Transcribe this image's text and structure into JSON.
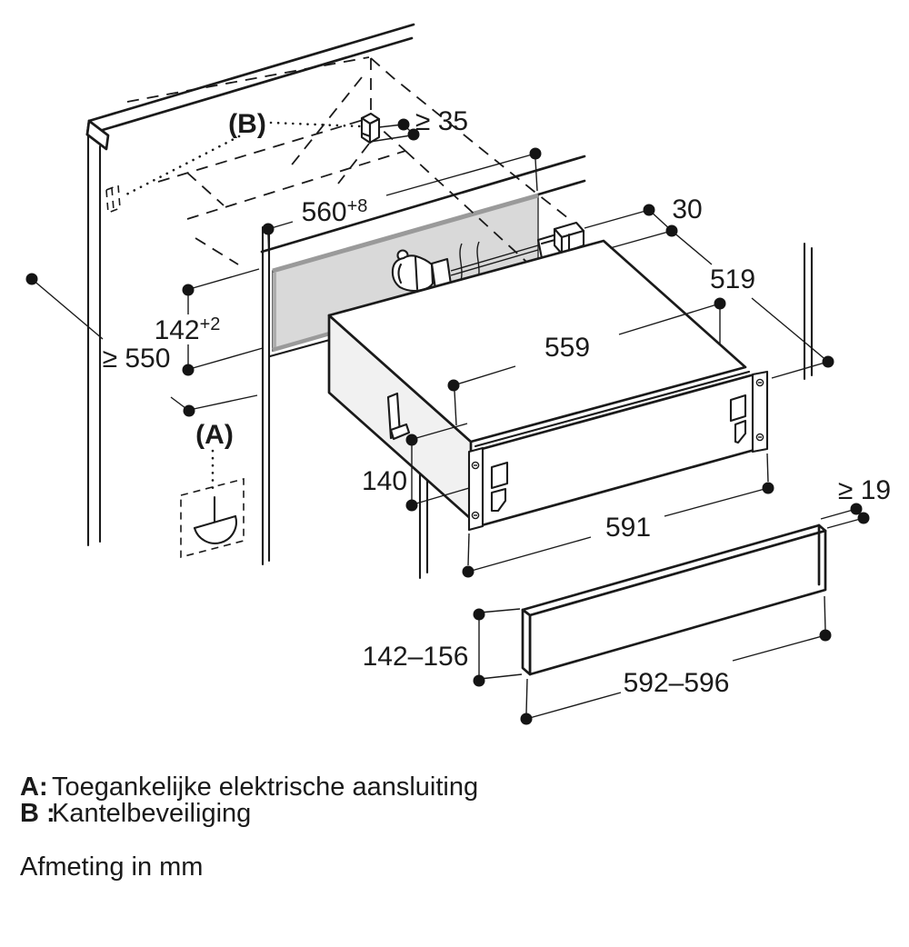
{
  "diagram_type": "appliance installation drawing (built-in warming drawer niche)",
  "labels": {
    "a": "(A)",
    "b": "(B)"
  },
  "dims": {
    "clamp_clearance": "≥ 35",
    "niche_width_main": "560",
    "niche_width_sup": "+8",
    "rear_gap": "30",
    "appliance_depth": "519",
    "appliance_width": "559",
    "niche_height_main": "142",
    "niche_height_sup": "+2",
    "cabinet_depth": "≥ 550",
    "appliance_height": "140",
    "front_width": "591",
    "panel_thickness": "≥ 19",
    "panel_height": "142–156",
    "panel_width": "592–596"
  },
  "legend": {
    "a_key": "A:",
    "a_text": "Toegankelijke elektrische aansluiting",
    "b_key": "B :",
    "b_text": "Kantelbeveiliging",
    "note": "Afmeting in mm"
  },
  "colors": {
    "line": "#1a1a1a",
    "niche_panel_fill": "#d9d9d9",
    "niche_panel_edge": "#9a9a9a",
    "background": "#ffffff"
  }
}
